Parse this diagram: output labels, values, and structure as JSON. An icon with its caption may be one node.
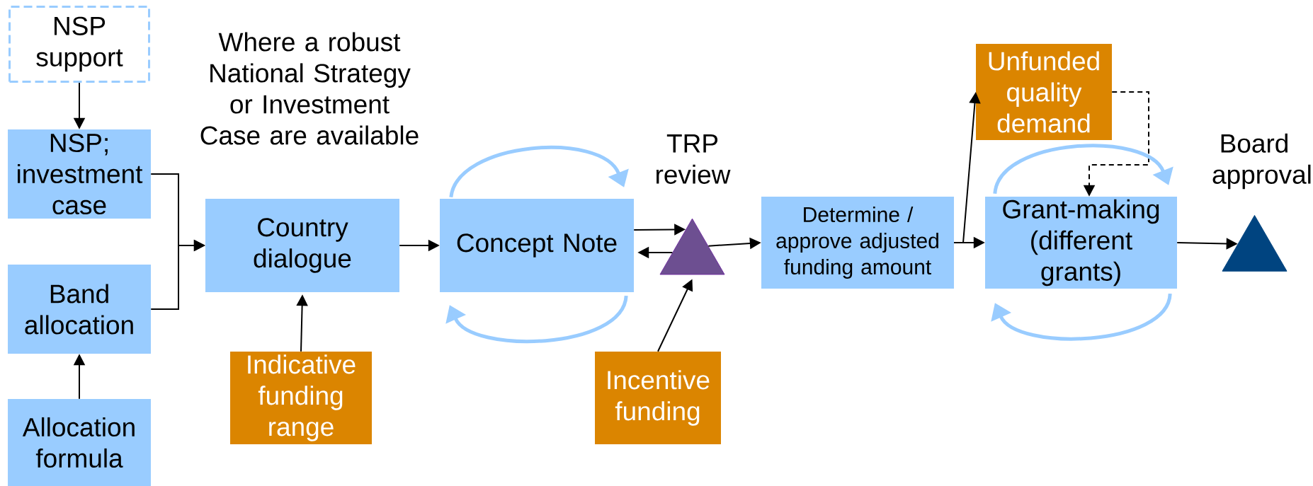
{
  "diagram": {
    "nodes": [
      {
        "text": [
          "NSP support"
        ]
      },
      {
        "text": [
          "NSP; investment case"
        ]
      },
      {
        "text": [
          "Band allocation"
        ]
      },
      {
        "text": [
          "Allocation formula"
        ]
      },
      {
        "text": [
          "Country dialogue"
        ]
      },
      {
        "text": [
          "Indicative funding range"
        ]
      },
      {
        "text": [
          "Concept Note"
        ]
      },
      {
        "text": [],
        "shape": "triangle",
        "beside": [
          "TRP review"
        ]
      },
      {
        "text": [
          "Incentive funding"
        ]
      },
      {
        "text": [
          "Determine / approve adjusted funding amount"
        ]
      },
      {
        "text": [
          "Unfunded quality demand"
        ]
      },
      {
        "text": [
          "Grant-making (different grants)"
        ]
      },
      {
        "text": [],
        "shape": "triangle",
        "beside": [
          "Board approval"
        ]
      }
    ],
    "edges": [
      {
        "from": 0,
        "to": 1,
        "arrow": "to"
      },
      {
        "from": 1,
        "to": 4,
        "arrow": "to"
      },
      {
        "from": 2,
        "to": 4,
        "arrow": "to"
      },
      {
        "from": 3,
        "to": 2,
        "arrow": "to"
      },
      {
        "from": 5,
        "to": 4,
        "arrow": "to"
      },
      {
        "from": 4,
        "to": 6,
        "arrow": "to"
      },
      {
        "from": 6,
        "to": 6,
        "arrow": "to",
        "style": "thick",
        "color": "#99ccff"
      },
      {
        "from": 6,
        "to": 6,
        "arrow": "to",
        "style": "thick",
        "color": "#99ccff"
      },
      {
        "from": 6,
        "to": 7,
        "arrow": "to"
      },
      {
        "from": 7,
        "to": 6,
        "arrow": "to"
      },
      {
        "from": 8,
        "to": 7,
        "arrow": "to"
      },
      {
        "from": 7,
        "to": 9,
        "arrow": "to"
      },
      {
        "from": 9,
        "to": 10,
        "arrow": "to"
      },
      {
        "from": 9,
        "to": 11,
        "arrow": "to"
      },
      {
        "from": 10,
        "to": 11,
        "arrow": "to",
        "style": "dashed"
      },
      {
        "from": 11,
        "to": 11,
        "arrow": "to",
        "style": "thick",
        "color": "#99ccff"
      },
      {
        "from": 11,
        "to": 11,
        "arrow": "to",
        "style": "thick",
        "color": "#99ccff"
      },
      {
        "from": 11,
        "to": 12,
        "arrow": "to"
      }
    ],
    "labels": [
      "Where a robust National Strategy or Investment Case are available"
    ]
  }
}
